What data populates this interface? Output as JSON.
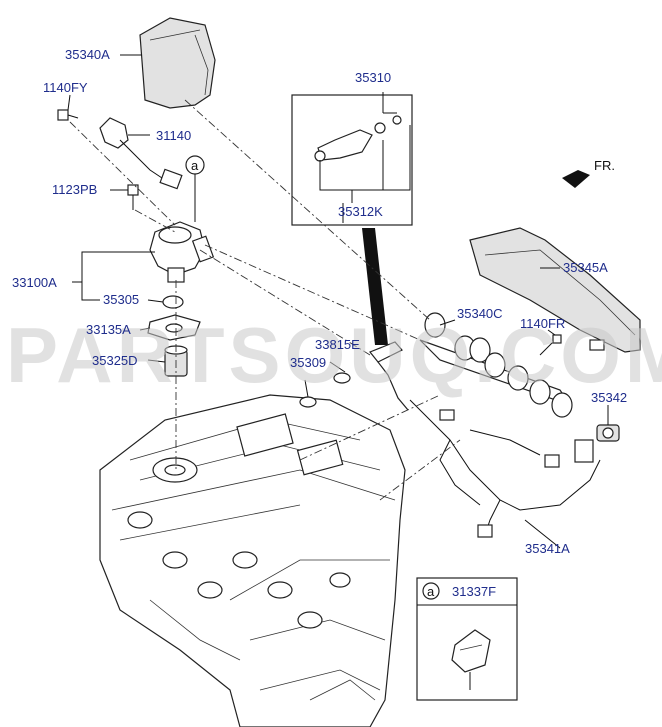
{
  "watermark": "PARTSOUQ.COM",
  "direction": {
    "label": "FR."
  },
  "labels": {
    "p35340A": "35340A",
    "p1140FY": "1140FY",
    "p31140": "31140",
    "p1123PB": "1123PB",
    "p33100A": "33100A",
    "p35305": "35305",
    "p33135A": "33135A",
    "p35325D": "35325D",
    "p35310": "35310",
    "p35312K": "35312K",
    "p33815E": "33815E",
    "p35309": "35309",
    "p35340C": "35340C",
    "p35345A": "35345A",
    "p1140FR": "1140FR",
    "p35342": "35342",
    "p35341A": "35341A"
  },
  "callout": {
    "marker": "a",
    "part": "31337F"
  },
  "colors": {
    "label": "#1f2d8c",
    "line": "#222222",
    "watermark": "#c8c8c8"
  }
}
